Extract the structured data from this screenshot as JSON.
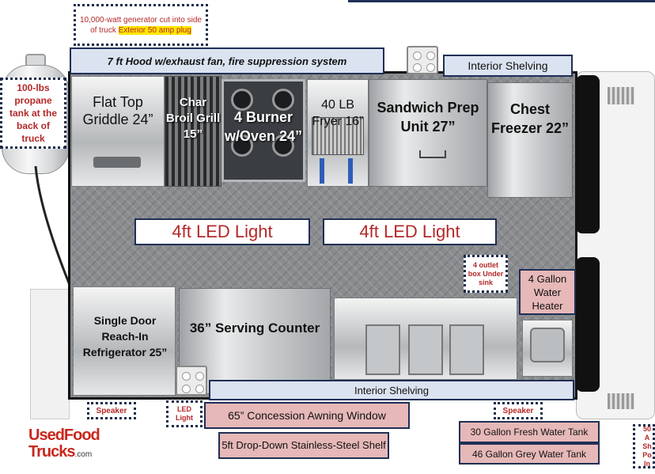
{
  "notes": {
    "generator": "10,000-watt generator cut into side of truck",
    "generator_highlight": "Exterior 50 amp plug",
    "propane": "100-lbs propane tank at the back of truck",
    "outlet_box": "4 outlet box Under sink",
    "right_edge": "50 A Sh Po In"
  },
  "labels": {
    "hood": "7 ft Hood w/exhaust fan, fire suppression  system",
    "interior_shelving_top": "Interior Shelving",
    "interior_shelving_bottom": "Interior Shelving",
    "griddle": "Flat Top Griddle 24”",
    "charbroil": "Char Broil Grill 15”",
    "burner": "4 Burner w/Oven 24”",
    "fryer": "40 LB Fryer 16”",
    "sandwich": "Sandwich Prep Unit 27”",
    "freezer": "Chest Freezer 22”",
    "led_light_1": "4ft LED Light",
    "led_light_2": "4ft LED Light",
    "fridge": "Single Door Reach-In Refrigerator 25”",
    "serving_counter": "36” Serving Counter",
    "water_heater": "4 Gallon Water Heater",
    "speaker_left": "Speaker",
    "speaker_right": "Speaker",
    "led_light_small": "LED Light",
    "awning": "65” Concession Awning Window",
    "shelf": "5ft Drop-Down Stainless-Steel Shelf",
    "fresh_tank": "30 Gallon Fresh Water Tank",
    "grey_tank": "46 Gallon Grey Water Tank"
  },
  "logo": {
    "line1": "UsedFood",
    "line2": "Trucks",
    "suffix": ".com"
  },
  "colors": {
    "label_bg": "#dbe3f1",
    "tank_bg": "#e6b8b8",
    "led_text": "#b42828",
    "logo_red": "#c8281e"
  }
}
